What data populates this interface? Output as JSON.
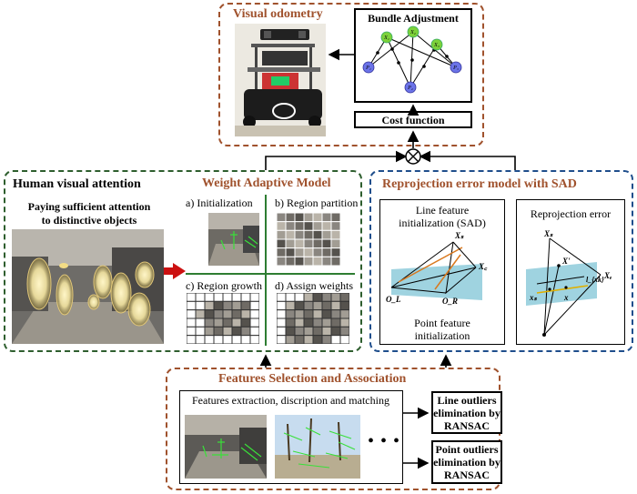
{
  "visual_odometry": {
    "title": "Visual odometry",
    "bundle_adjustment": {
      "title": "Bundle Adjustment",
      "nodes": [
        "X₁",
        "X₂",
        "X₃",
        "P₁",
        "P₂",
        "P₃"
      ]
    },
    "cost_function": "Cost function"
  },
  "human_attention": {
    "title": "Human visual  attention",
    "caption_line1": "Paying sufficient attention",
    "caption_line2": "to distinctive objects"
  },
  "weight_model": {
    "title": "Weight Adaptive Model",
    "panels": [
      "a) Initialization",
      "b) Region partition",
      "c) Region growth",
      "d) Assign weights"
    ]
  },
  "reprojection": {
    "title": "Reprojection error model with SAD",
    "left_top_line1": "Line feature",
    "left_top_line2": "initialization (SAD)",
    "left_bottom_line1": "Point feature",
    "left_bottom_line2": "initialization",
    "right_title": "Reprojection error",
    "left_labels": {
      "xs": "Xₛ",
      "xe": "X꜀",
      "ol": "O_L",
      "or": "O_R"
    },
    "right_labels": {
      "xs": "Xₛ",
      "xe": "Xₑ",
      "xp": "X'",
      "xs2": "xₛ",
      "xx": "x",
      "l": "l_{xk}"
    }
  },
  "features": {
    "title": "Features Selection and Association",
    "caption": "Features extraction, discription and matching",
    "ellipsis": "• • •",
    "line_outliers": [
      "Line outliers",
      "elimination by",
      "RANSAC"
    ],
    "point_outliers": [
      "Point outliers",
      "elimination by",
      "RANSAC"
    ]
  },
  "colors": {
    "brown": "#a0522d",
    "green_dash": "#2e5e2e",
    "blue_dash": "#1f4e8c",
    "node_green": "#7cd13a",
    "node_blue": "#6b73e8",
    "plane": "#9fd3e0",
    "red_arrow": "#cc1111"
  }
}
